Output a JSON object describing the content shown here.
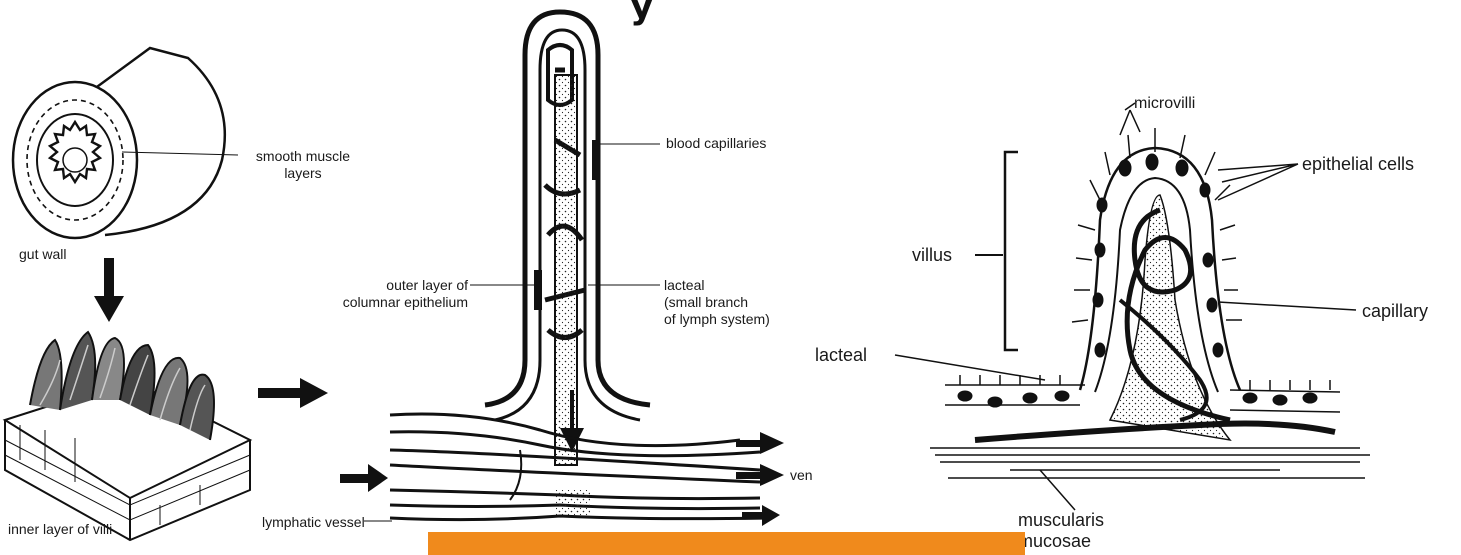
{
  "title_fragment": "y",
  "left_panel": {
    "smooth_muscle_label_1": "smooth muscle",
    "smooth_muscle_label_2": "layers",
    "gut_wall_label": "gut wall",
    "inner_villi_label": "inner layer of villi"
  },
  "middle_panel": {
    "blood_capillaries_label": "blood capillaries",
    "outer_layer_label_1": "outer layer of",
    "outer_layer_label_2": "columnar epithelium",
    "lacteal_label_1": "lacteal",
    "lacteal_label_2": "(small branch",
    "lacteal_label_3": "of lymph system)",
    "ven_label": "ven",
    "lymphatic_vessel_label": "lymphatic vessel"
  },
  "right_panel": {
    "microvilli_label": "microvilli",
    "epithelial_cells_label": "epithelial cells",
    "villus_label": "villus",
    "capillary_label": "capillary",
    "lacteal_label": "lacteal",
    "muscularis_label_1": "muscularis",
    "muscularis_label_2": "mucosae"
  },
  "banner": {
    "text": "",
    "background_color": "#f08a1c",
    "text_color": "#5fbf2a"
  }
}
